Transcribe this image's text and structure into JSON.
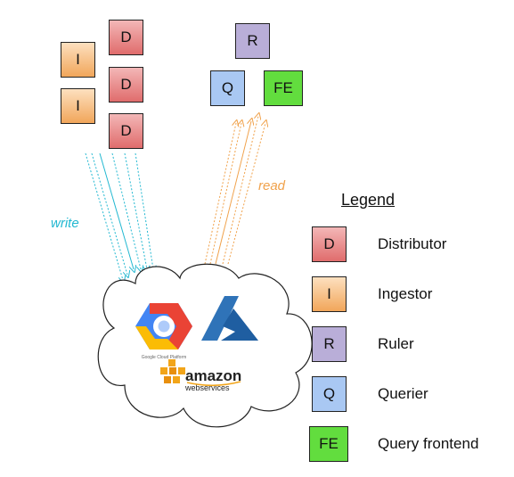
{
  "nodes": {
    "distributor": "D",
    "ingestor": "I",
    "ruler": "R",
    "querier": "Q",
    "query_frontend": "FE"
  },
  "labels": {
    "write": "write",
    "read": "read"
  },
  "legend": {
    "title": "Legend",
    "items": [
      {
        "key": "D",
        "label": "Distributor"
      },
      {
        "key": "I",
        "label": "Ingestor"
      },
      {
        "key": "R",
        "label": "Ruler"
      },
      {
        "key": "Q",
        "label": "Querier"
      },
      {
        "key": "FE",
        "label": "Query frontend"
      }
    ]
  },
  "cloud": {
    "providers": [
      "Google Cloud Platform",
      "Azure",
      "amazon web services"
    ],
    "gcp_caption": "Google Cloud Platform",
    "aws_word": "amazon",
    "aws_sub": "webservices"
  },
  "colors": {
    "write": "#22b8d1",
    "read": "#f0a14a",
    "distributor": "#e06c6c",
    "ingestor": "#f1a65a",
    "ruler": "#b9aed8",
    "querier": "#a9c8f3",
    "query_frontend": "#62dd3e"
  }
}
